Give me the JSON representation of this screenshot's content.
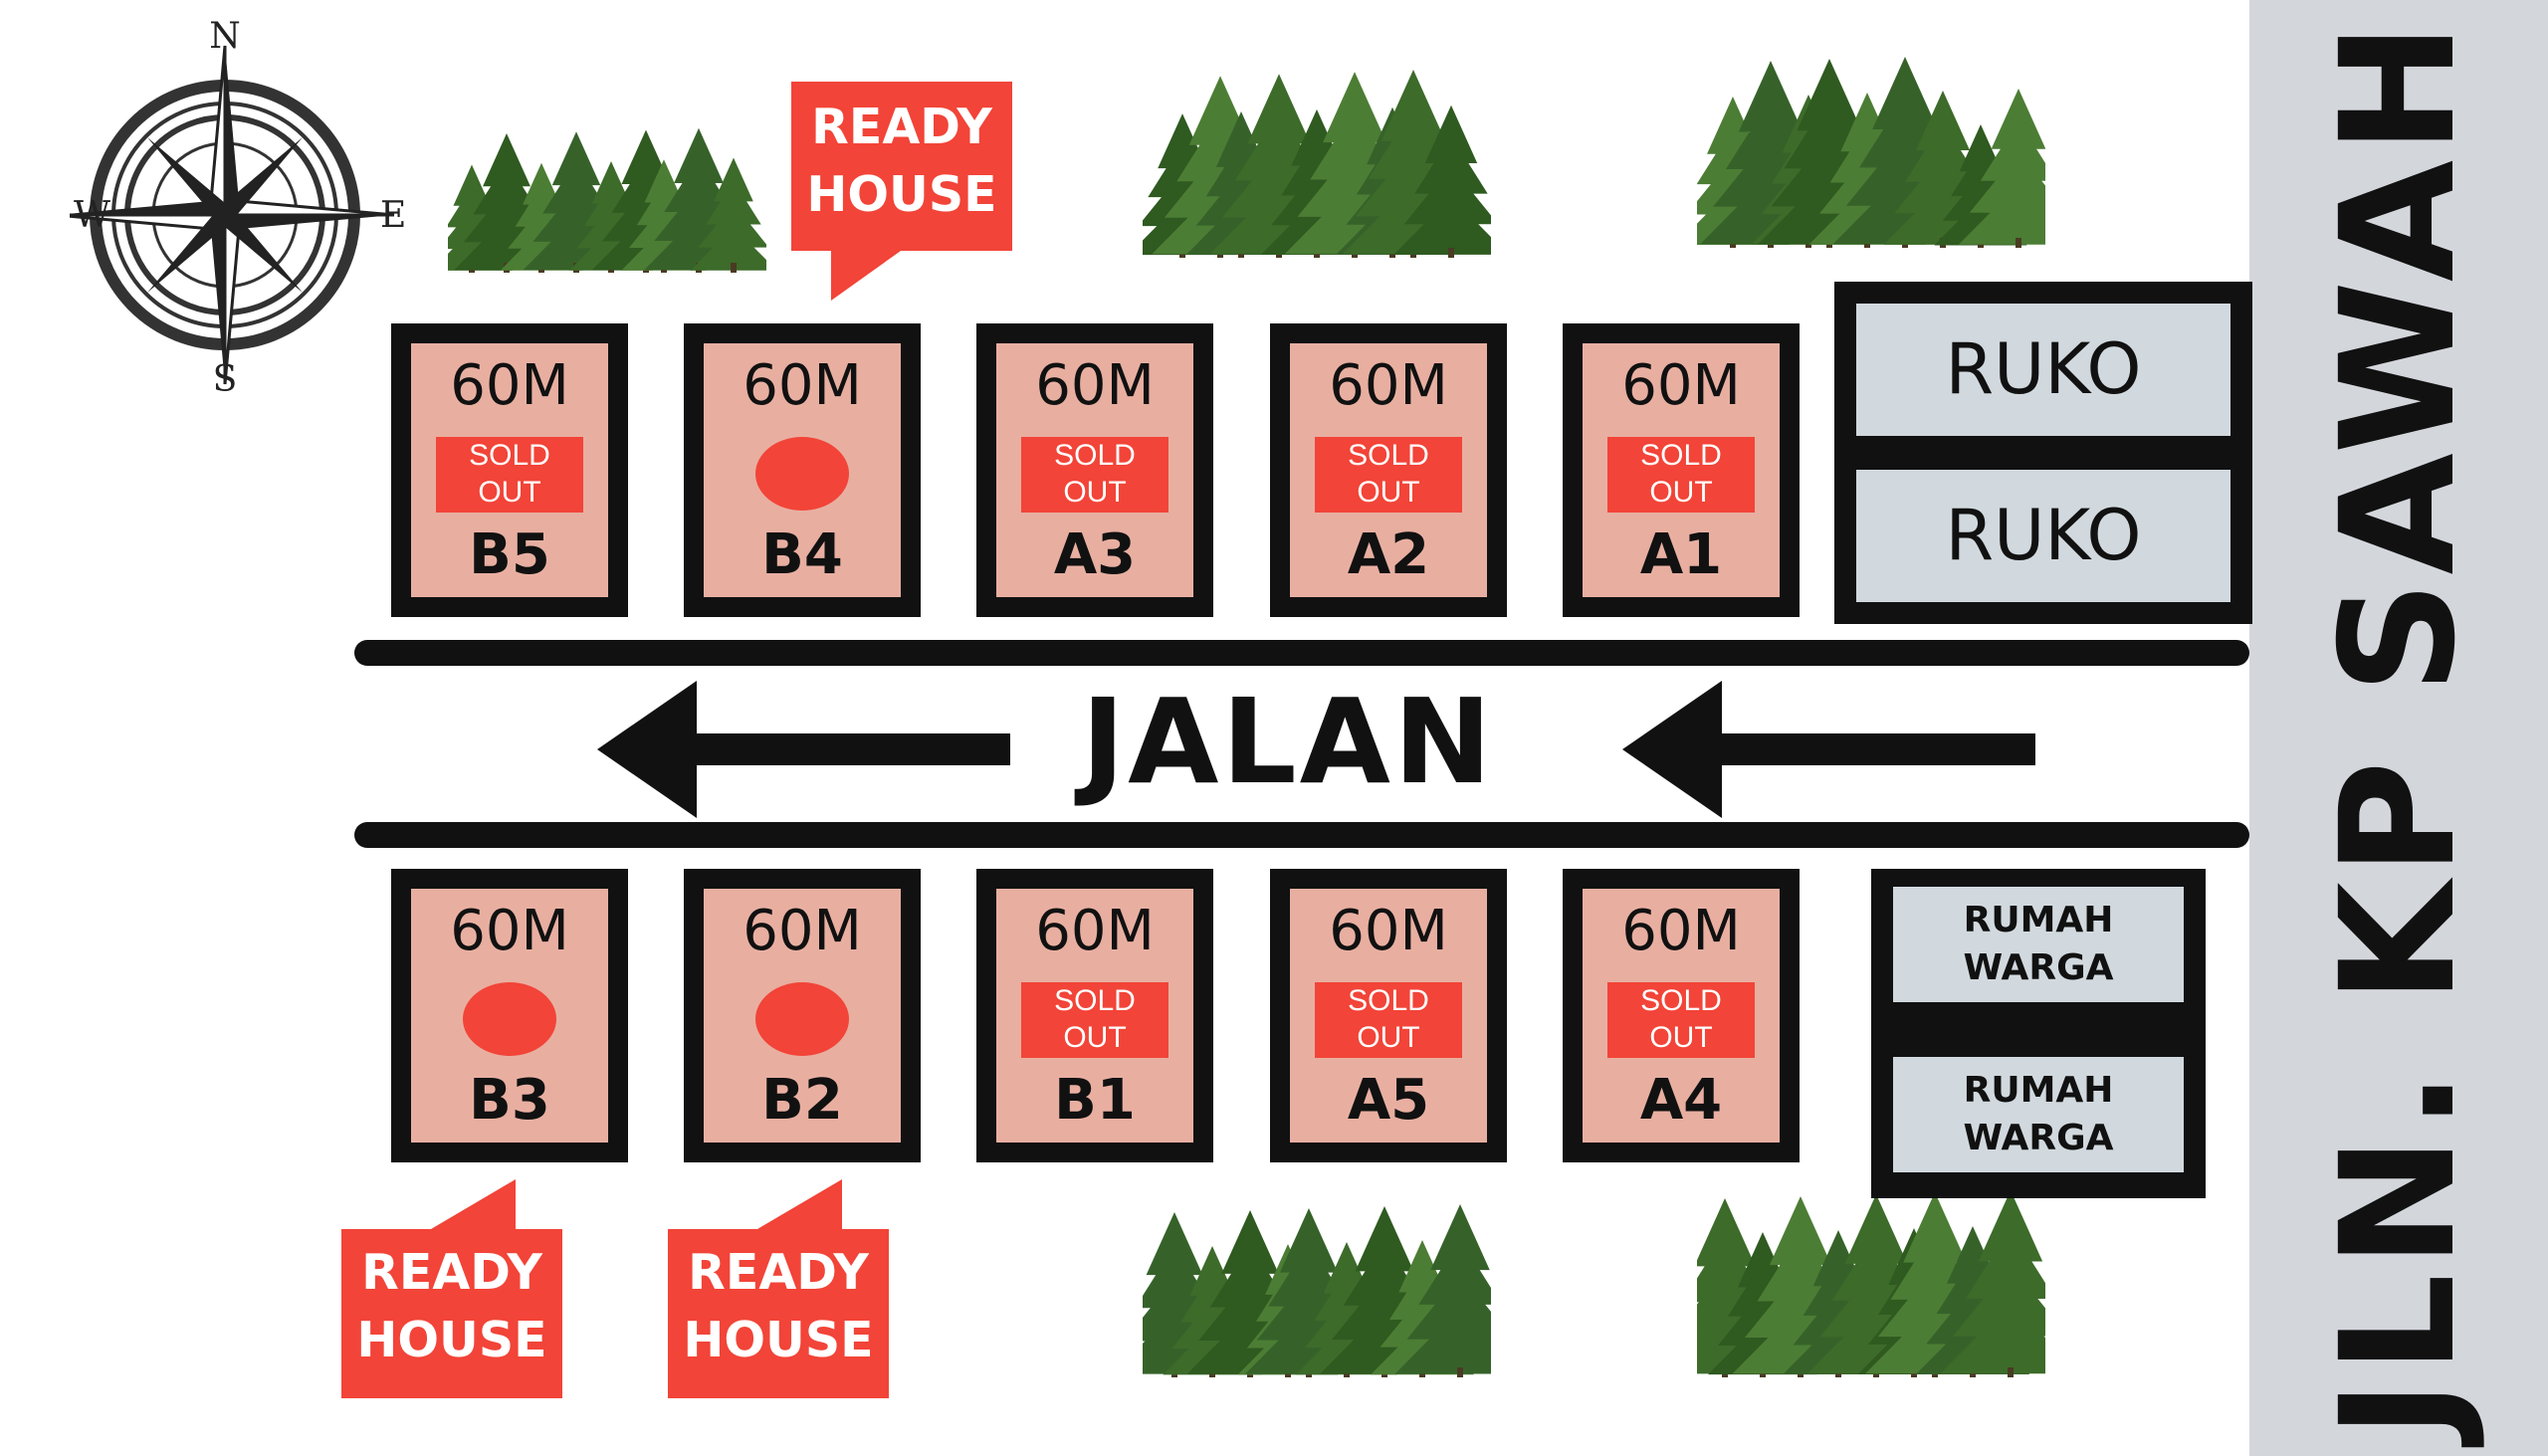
{
  "side_street": {
    "label": "JLN. KP SAWAH"
  },
  "road": {
    "label": "JALAN",
    "direction": "westbound"
  },
  "compass": {
    "north": "N",
    "south": "S",
    "east": "E",
    "west": "W"
  },
  "lots_top": [
    {
      "size": "60M",
      "code": "B5",
      "status": "sold",
      "badge": [
        "SOLD",
        "OUT"
      ]
    },
    {
      "size": "60M",
      "code": "B4",
      "status": "available"
    },
    {
      "size": "60M",
      "code": "A3",
      "status": "sold",
      "badge": [
        "SOLD",
        "OUT"
      ]
    },
    {
      "size": "60M",
      "code": "A2",
      "status": "sold",
      "badge": [
        "SOLD",
        "OUT"
      ]
    },
    {
      "size": "60M",
      "code": "A1",
      "status": "sold",
      "badge": [
        "SOLD",
        "OUT"
      ]
    }
  ],
  "lots_bottom": [
    {
      "size": "60M",
      "code": "B3",
      "status": "available"
    },
    {
      "size": "60M",
      "code": "B2",
      "status": "available"
    },
    {
      "size": "60M",
      "code": "B1",
      "status": "sold",
      "badge": [
        "SOLD",
        "OUT"
      ]
    },
    {
      "size": "60M",
      "code": "A5",
      "status": "sold",
      "badge": [
        "SOLD",
        "OUT"
      ]
    },
    {
      "size": "60M",
      "code": "A4",
      "status": "sold",
      "badge": [
        "SOLD",
        "OUT"
      ]
    }
  ],
  "commercial": [
    "RUKO",
    "RUKO"
  ],
  "residents": [
    [
      "RUMAH",
      "WARGA"
    ],
    [
      "RUMAH",
      "WARGA"
    ]
  ],
  "callouts": [
    {
      "lines": [
        "READY",
        "HOUSE"
      ],
      "target": "B4"
    },
    {
      "lines": [
        "READY",
        "HOUSE"
      ],
      "target": "B3"
    },
    {
      "lines": [
        "READY",
        "HOUSE"
      ],
      "target": "B2"
    }
  ],
  "colors": {
    "lot_fill": "#e8afa1",
    "sold_red": "#f24438",
    "outline": "#111111",
    "side_street": "#d3d7dc",
    "building": "#d1d9de",
    "tree_green": "#3d6b2a"
  },
  "icons": {
    "trees": "pine-trees-icon",
    "compass": "compass-rose-icon",
    "arrow": "arrow-left-icon"
  }
}
